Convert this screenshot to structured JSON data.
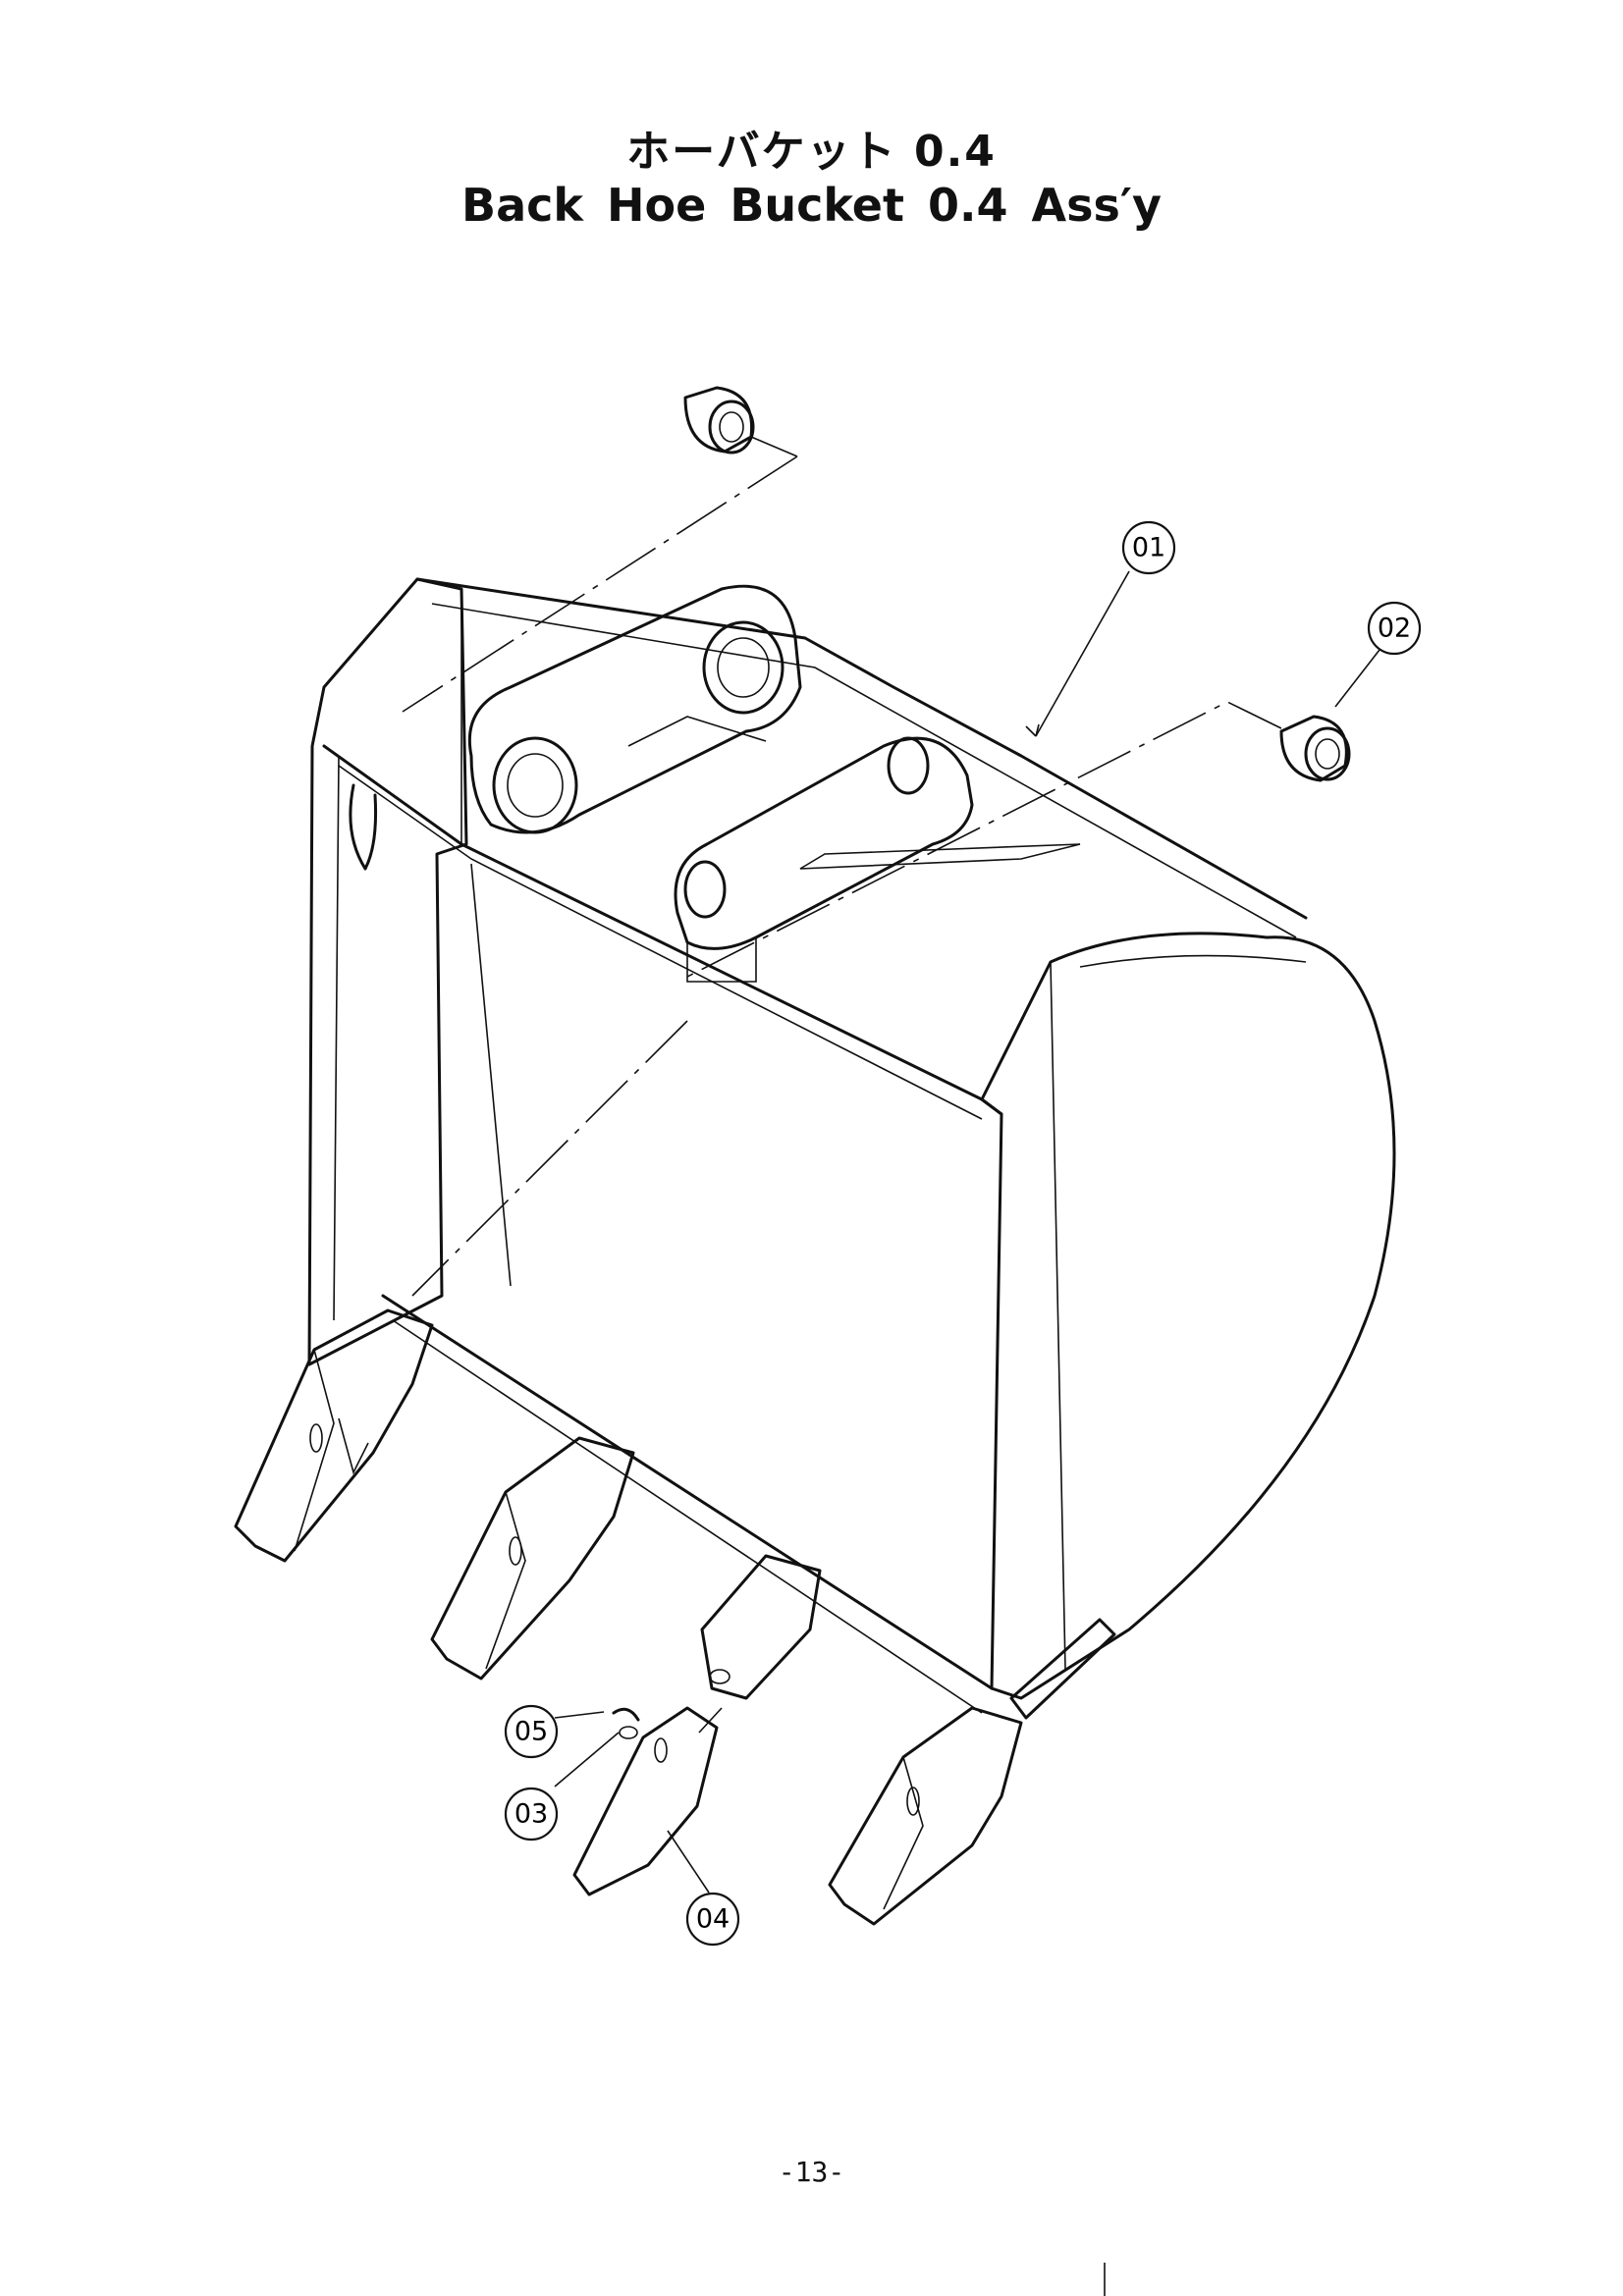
{
  "title": {
    "japanese": "ホーバケット 0.4",
    "english": "Back Hoe Bucket 0.4 Ass′y"
  },
  "callouts": [
    {
      "id": "01",
      "label": "01"
    },
    {
      "id": "02",
      "label": "02"
    },
    {
      "id": "03",
      "label": "03"
    },
    {
      "id": "04",
      "label": "04"
    },
    {
      "id": "05",
      "label": "05"
    }
  ],
  "page_number": "-13-"
}
